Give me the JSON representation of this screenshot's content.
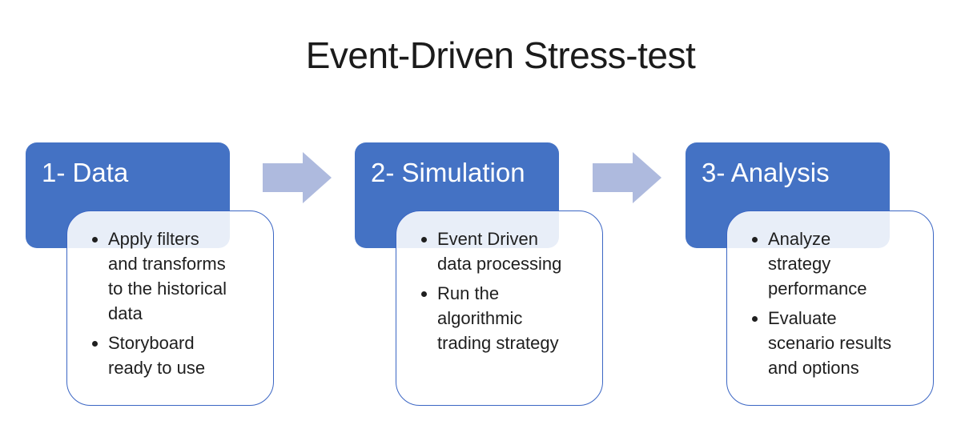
{
  "title": "Event-Driven Stress-test",
  "colors": {
    "header_fill": "#4472C4",
    "header_text": "#FFFFFF",
    "arrow_fill": "#AEBADE",
    "card_border": "#3B66C4",
    "body_text": "#1F1F1F",
    "canvas_bg": "#FFFFFF"
  },
  "steps": [
    {
      "label": "1- Data",
      "bullets": [
        "Apply filters and transforms to the historical data",
        "Storyboard ready to use"
      ]
    },
    {
      "label": "2- Simulation",
      "bullets": [
        "Event Driven data processing",
        "Run the algorithmic trading strategy"
      ]
    },
    {
      "label": "3- Analysis",
      "bullets": [
        "Analyze strategy performance",
        "Evaluate scenario results and options"
      ]
    }
  ]
}
